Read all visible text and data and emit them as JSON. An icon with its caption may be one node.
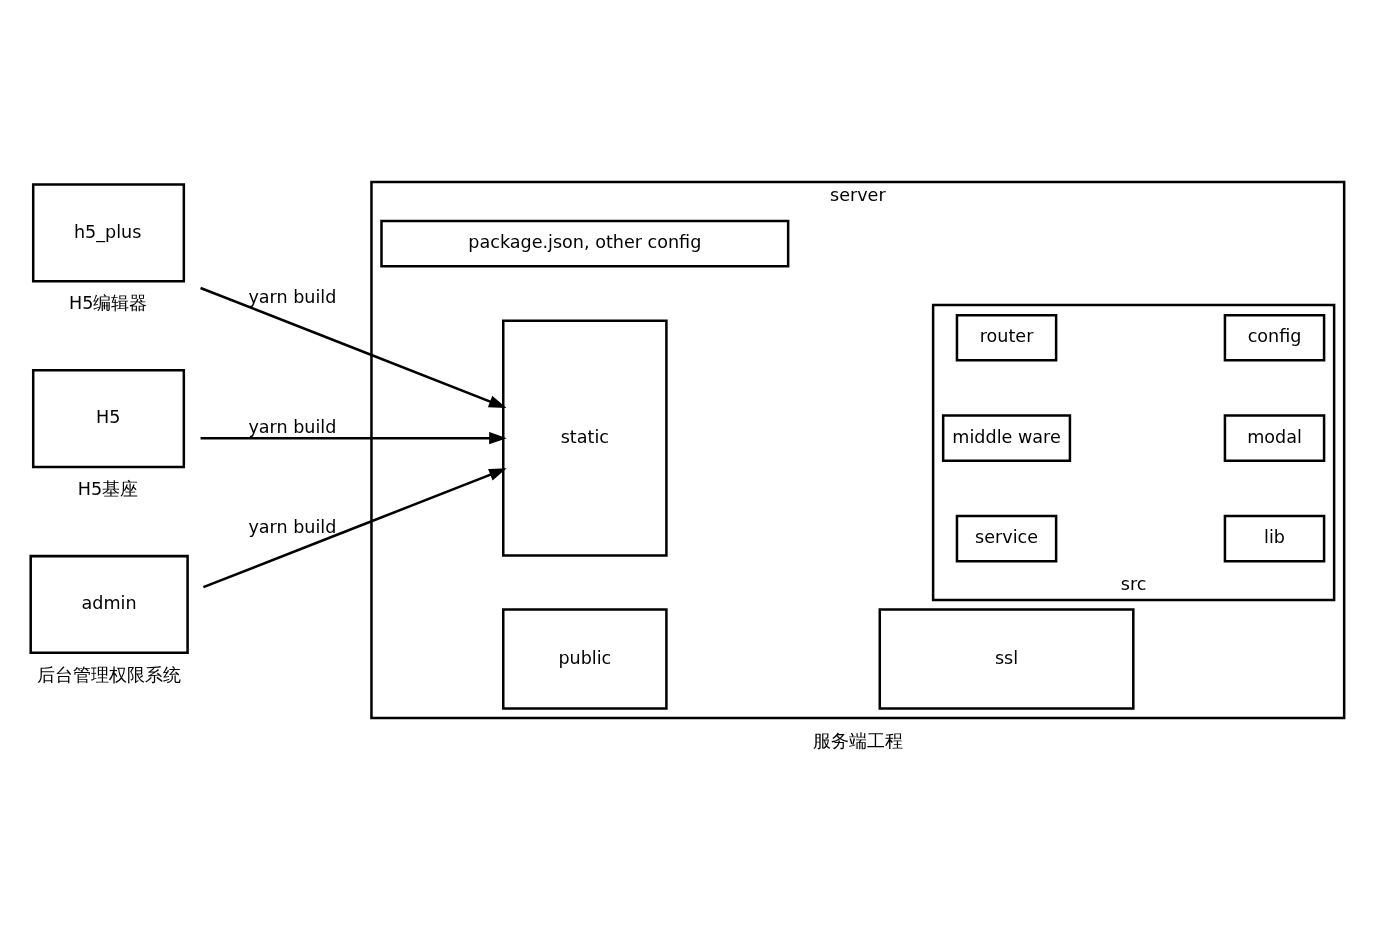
{
  "diagram": {
    "nodes": [
      {
        "text": [
          "h5_plus"
        ],
        "beside": [
          "H5编辑器"
        ]
      },
      {
        "text": [
          "H5"
        ],
        "beside": [
          "H5基座"
        ]
      },
      {
        "text": [
          "admin"
        ],
        "beside": [
          "后台管理权限系统"
        ]
      },
      {
        "text": [
          "server"
        ],
        "beside": [
          "服务端工程"
        ]
      },
      {
        "text": [
          "package.json, other config"
        ],
        "in": 3
      },
      {
        "text": [
          "static"
        ],
        "in": 3
      },
      {
        "text": [
          "src"
        ],
        "in": 3
      },
      {
        "text": [
          "router"
        ],
        "in": 6
      },
      {
        "text": [
          "config"
        ],
        "in": 6
      },
      {
        "text": [
          "middle ware"
        ],
        "in": 6
      },
      {
        "text": [
          "modal"
        ],
        "in": 6
      },
      {
        "text": [
          "service"
        ],
        "in": 6
      },
      {
        "text": [
          "lib"
        ],
        "in": 6
      },
      {
        "text": [
          "public"
        ],
        "in": 3
      },
      {
        "text": [
          "ssl"
        ],
        "in": 3
      }
    ],
    "edges": [
      {
        "from": 0,
        "to": 5,
        "arrow": "to",
        "label": "yarn build"
      },
      {
        "from": 1,
        "to": 5,
        "arrow": "to",
        "label": "yarn build"
      },
      {
        "from": 2,
        "to": 5,
        "arrow": "to",
        "label": "yarn build"
      }
    ]
  }
}
